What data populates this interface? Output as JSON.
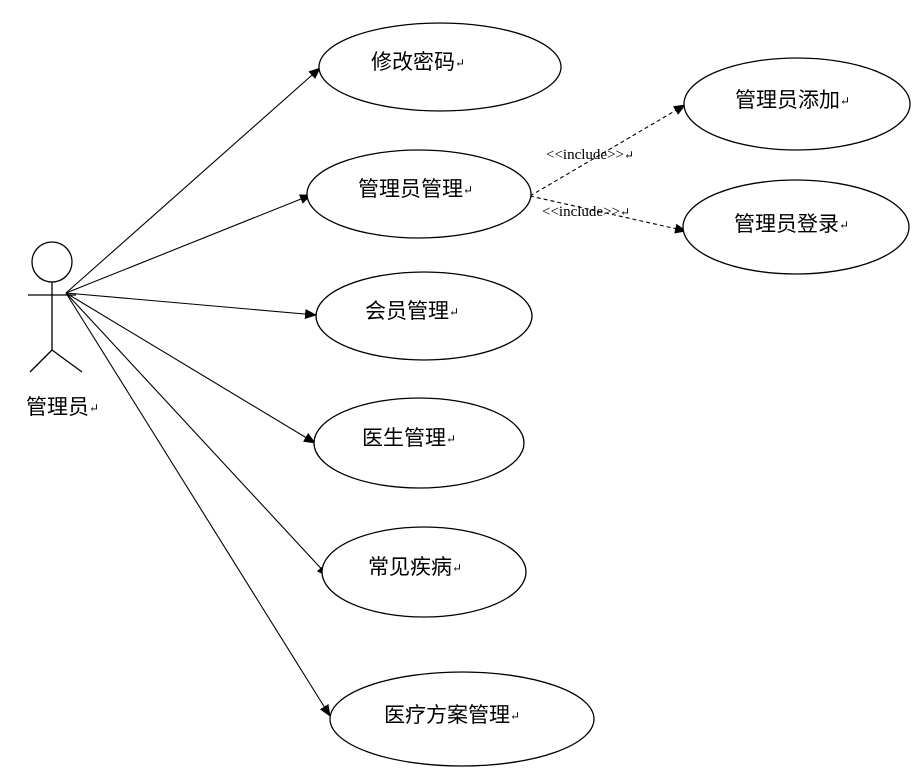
{
  "actor": {
    "label": "管理员",
    "para_mark": "↵"
  },
  "use_cases": [
    {
      "id": "change-password",
      "label": "修改密码"
    },
    {
      "id": "admin-management",
      "label": "管理员管理"
    },
    {
      "id": "member-management",
      "label": "会员管理"
    },
    {
      "id": "doctor-management",
      "label": "医生管理"
    },
    {
      "id": "common-diseases",
      "label": "常见疾病"
    },
    {
      "id": "treatment-plan-management",
      "label": "医疗方案管理"
    },
    {
      "id": "admin-add",
      "label": "管理员添加"
    },
    {
      "id": "admin-login",
      "label": "管理员登录"
    }
  ],
  "includes": [
    {
      "from": "admin-management",
      "to": "admin-add",
      "label": "<<include>>"
    },
    {
      "from": "admin-management",
      "to": "admin-login",
      "label": "<<include>>"
    }
  ],
  "para_mark": "↵"
}
